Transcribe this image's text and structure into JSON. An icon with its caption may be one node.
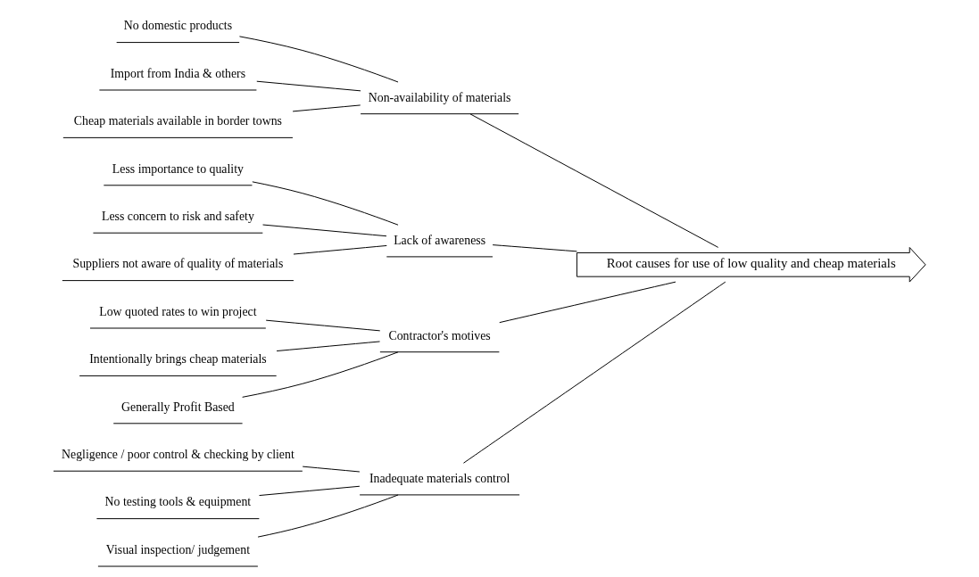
{
  "diagram": {
    "nodes": [
      {
        "text": [
          "Root causes for use of low quality and cheap materials"
        ]
      },
      {
        "text": [
          "Non-availability of materials"
        ]
      },
      {
        "text": [
          "No domestic products"
        ]
      },
      {
        "text": [
          "Import from India & others"
        ]
      },
      {
        "text": [
          "Cheap materials available in border towns"
        ]
      },
      {
        "text": [
          "Lack of awareness"
        ]
      },
      {
        "text": [
          "Less importance to quality"
        ]
      },
      {
        "text": [
          "Less concern to risk and safety"
        ]
      },
      {
        "text": [
          "Suppliers not aware of quality of materials"
        ]
      },
      {
        "text": [
          "Contractor's motives"
        ]
      },
      {
        "text": [
          "Low quoted rates to win project"
        ]
      },
      {
        "text": [
          "Intentionally brings cheap materials"
        ]
      },
      {
        "text": [
          "Generally Profit Based"
        ]
      },
      {
        "text": [
          "Inadequate materials control"
        ]
      },
      {
        "text": [
          "Negligence / poor control & checking by client"
        ]
      },
      {
        "text": [
          "No testing tools & equipment"
        ]
      },
      {
        "text": [
          "Visual inspection/ judgement"
        ]
      }
    ],
    "edges": [
      {
        "from": 1,
        "to": 0,
        "arrow": "none"
      },
      {
        "from": 2,
        "to": 1,
        "arrow": "none"
      },
      {
        "from": 3,
        "to": 1,
        "arrow": "none"
      },
      {
        "from": 4,
        "to": 1,
        "arrow": "none"
      },
      {
        "from": 5,
        "to": 0,
        "arrow": "none"
      },
      {
        "from": 6,
        "to": 5,
        "arrow": "none"
      },
      {
        "from": 7,
        "to": 5,
        "arrow": "none"
      },
      {
        "from": 8,
        "to": 5,
        "arrow": "none"
      },
      {
        "from": 9,
        "to": 0,
        "arrow": "none"
      },
      {
        "from": 10,
        "to": 9,
        "arrow": "none"
      },
      {
        "from": 11,
        "to": 9,
        "arrow": "none"
      },
      {
        "from": 12,
        "to": 9,
        "arrow": "none"
      },
      {
        "from": 13,
        "to": 0,
        "arrow": "none"
      },
      {
        "from": 14,
        "to": 13,
        "arrow": "none"
      },
      {
        "from": 15,
        "to": 13,
        "arrow": "none"
      },
      {
        "from": 16,
        "to": 13,
        "arrow": "none"
      }
    ]
  }
}
